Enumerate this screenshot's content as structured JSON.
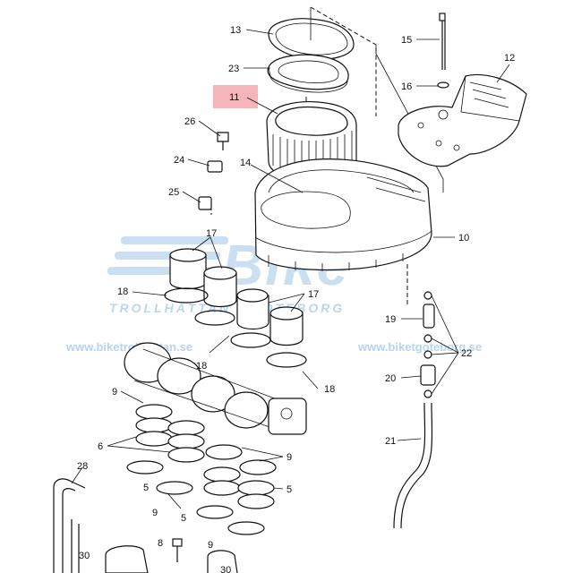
{
  "watermark": {
    "logo_text": "Bike",
    "tagline": "TROLLHÄTTAN · GÖTEBORG",
    "url_left": "www.biketrollhattan.se",
    "url_right": "www.biketgoteborg.se"
  },
  "highlighted_part": "11",
  "parts": {
    "p13": "13",
    "p23": "23",
    "p11": "11",
    "p26": "26",
    "p24": "24",
    "p25": "25",
    "p14": "14",
    "p15": "15",
    "p16": "16",
    "p12": "12",
    "p10": "10",
    "p17a": "17",
    "p17b": "17",
    "p18a": "18",
    "p18b": "18",
    "p18c": "18",
    "p19": "19",
    "p20": "20",
    "p22": "22",
    "p21": "21",
    "p9a": "9",
    "p9b": "9",
    "p9c": "9",
    "p9d": "9",
    "p6": "6",
    "p5a": "5",
    "p5b": "5",
    "p5c": "5",
    "p28": "28",
    "p8": "8",
    "p30": "30",
    "p30b": "30"
  }
}
